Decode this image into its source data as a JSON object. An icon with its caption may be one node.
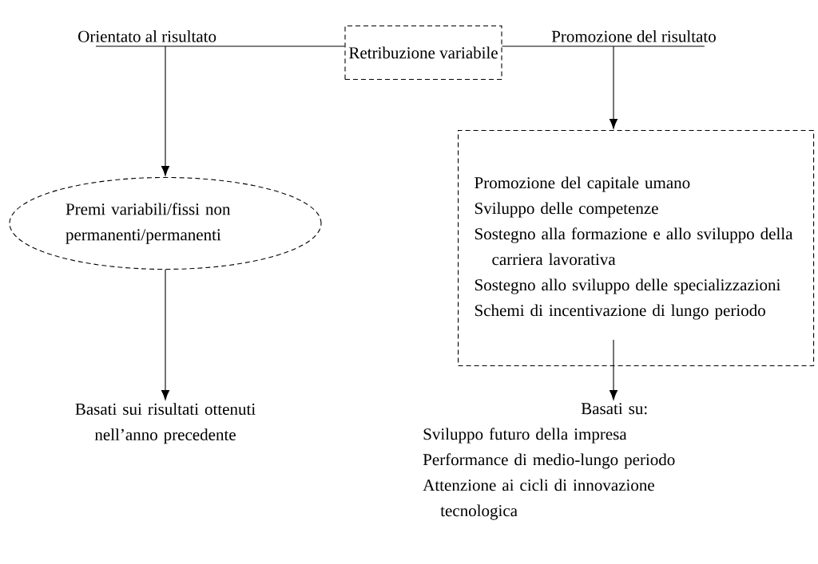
{
  "diagram": {
    "nodes": [
      {
        "text": [
          "Retribuzione variabile"
        ]
      },
      {
        "text": [
          "Orientato al risultato"
        ]
      },
      {
        "text": [
          "Promozione del risultato"
        ]
      },
      {
        "text": [
          "Premi variabili/fissi non permanenti/permanenti"
        ]
      },
      {
        "text": [
          "Promozione del capitale umano",
          "Sviluppo delle competenze",
          "Sostegno alla formazione e allo sviluppo della carriera lavorativa",
          "Sostegno allo sviluppo delle specializzazioni",
          "Schemi di incentivazione di lungo periodo"
        ]
      },
      {
        "text": [
          "Basati sui risultati ottenuti nell’anno precedente"
        ]
      },
      {
        "text": [
          "Basati su:",
          "Sviluppo futuro della impresa",
          "Performance di medio-lungo periodo",
          "Attenzione ai cicli di innovazione tecnologica"
        ]
      }
    ],
    "edges": [
      {
        "from": 0,
        "to": 1,
        "arrow": "none"
      },
      {
        "from": 0,
        "to": 2,
        "arrow": "none"
      },
      {
        "from": 1,
        "to": 3,
        "arrow": "to"
      },
      {
        "from": 2,
        "to": 4,
        "arrow": "to"
      },
      {
        "from": 3,
        "to": 5,
        "arrow": "to"
      },
      {
        "from": 4,
        "to": 6,
        "arrow": "to"
      }
    ]
  }
}
